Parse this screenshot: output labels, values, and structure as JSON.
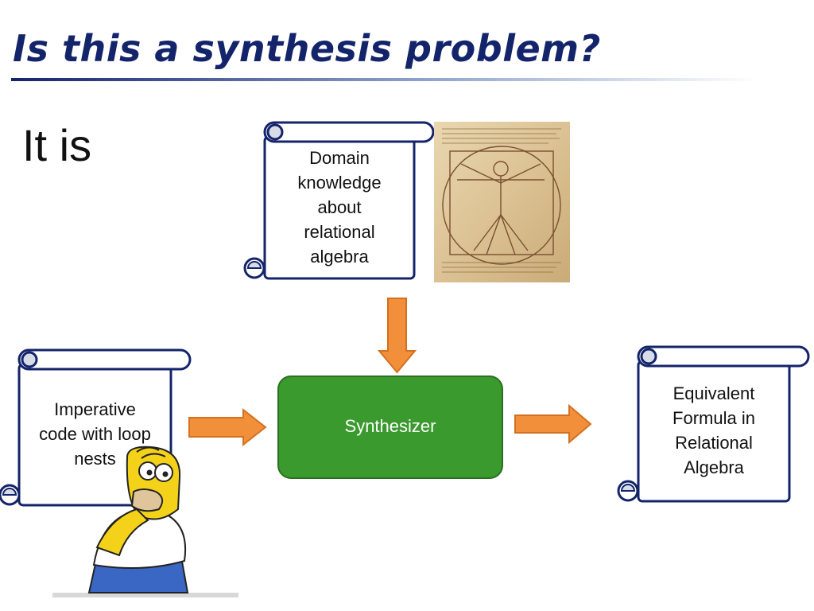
{
  "slide": {
    "title": "Is this a synthesis problem?",
    "subtitle": "It is"
  },
  "diagram": {
    "domain_scroll": [
      "Domain",
      "knowledge",
      "about",
      "relational",
      "algebra"
    ],
    "input_scroll": [
      "Imperative",
      "code with loop",
      "nests"
    ],
    "output_scroll": [
      "Equivalent",
      "Formula in",
      "Relational",
      "Algebra"
    ],
    "synthesizer_label": "Synthesizer"
  },
  "colors": {
    "title": "#14246b",
    "scroll_border": "#14246b",
    "arrow_fill": "#f28f3b",
    "arrow_stroke": "#d4701e",
    "synthesizer_fill": "#3a9a2e",
    "synthesizer_border": "#2a7020"
  },
  "images": {
    "vitruvian": "vitruvian-man-sketch",
    "character": "thinking-cartoon-character"
  }
}
